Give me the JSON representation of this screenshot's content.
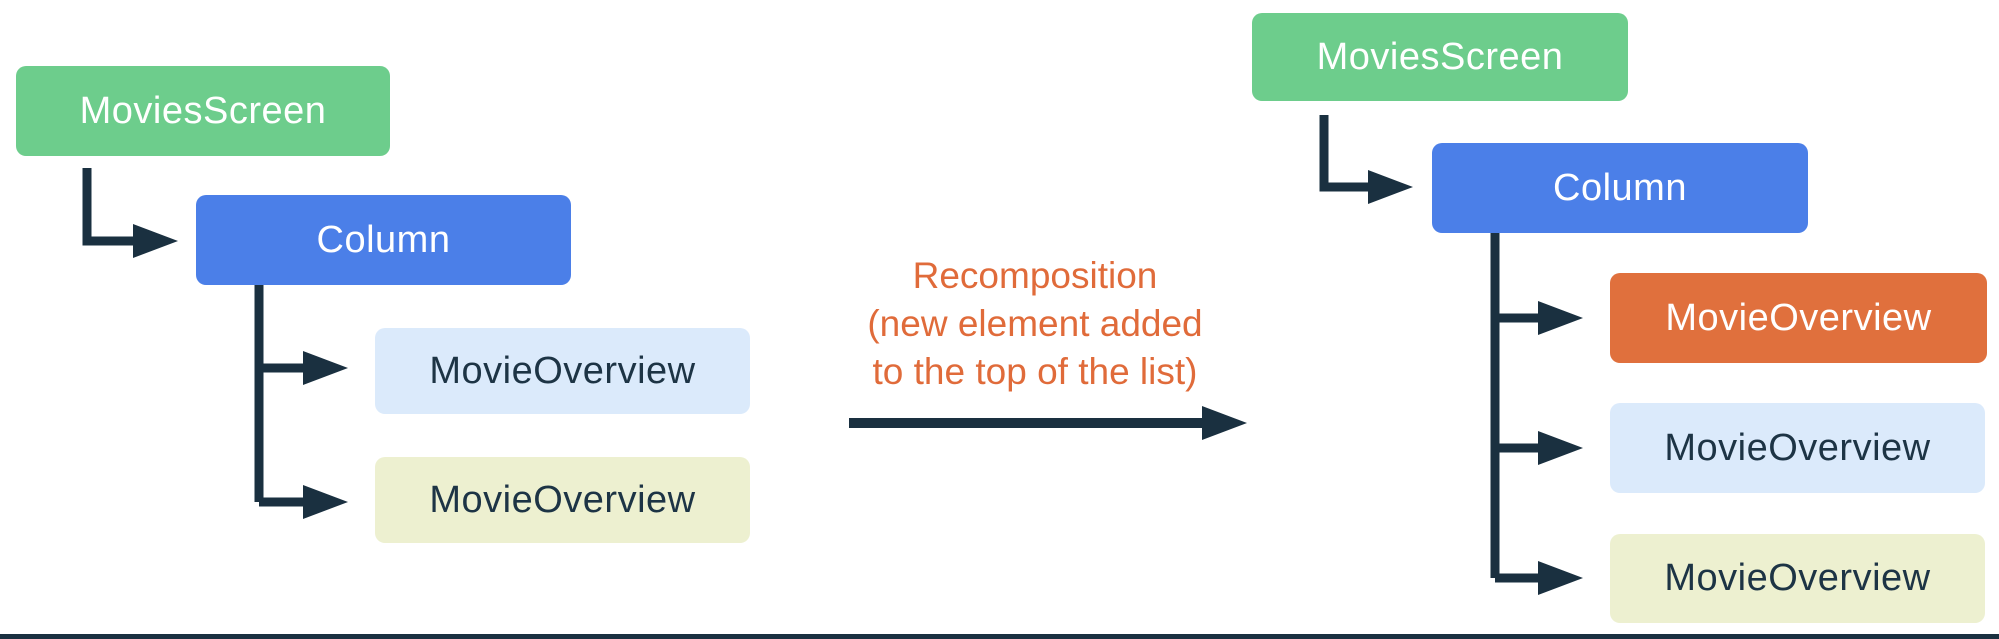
{
  "colors": {
    "green": "#6dcd8c",
    "blue": "#4b7fe8",
    "light_blue": "#dbeafb",
    "pale_yellow": "#edf0d0",
    "orange": "#e0703d",
    "connector": "#1a3040",
    "annotation": "#e06b3a",
    "background": "#ffffff",
    "dark_text": "#1d3445"
  },
  "left_tree": {
    "root": {
      "label": "MoviesScreen",
      "color": "#6dcd8c"
    },
    "child": {
      "label": "Column",
      "color": "#4b7fe8"
    },
    "grandchildren": [
      {
        "label": "MovieOverview",
        "color": "#dbeafb"
      },
      {
        "label": "MovieOverview",
        "color": "#edf0d0"
      }
    ]
  },
  "annotation": {
    "line1": "Recomposition",
    "line2": "(new element added",
    "line3": "to the top of the list)"
  },
  "right_tree": {
    "root": {
      "label": "MoviesScreen",
      "color": "#6dcd8c"
    },
    "child": {
      "label": "Column",
      "color": "#4b7fe8"
    },
    "grandchildren": [
      {
        "label": "MovieOverview",
        "color": "#e0703d",
        "note": "newly added element"
      },
      {
        "label": "MovieOverview",
        "color": "#dbeafb"
      },
      {
        "label": "MovieOverview",
        "color": "#edf0d0"
      }
    ]
  }
}
